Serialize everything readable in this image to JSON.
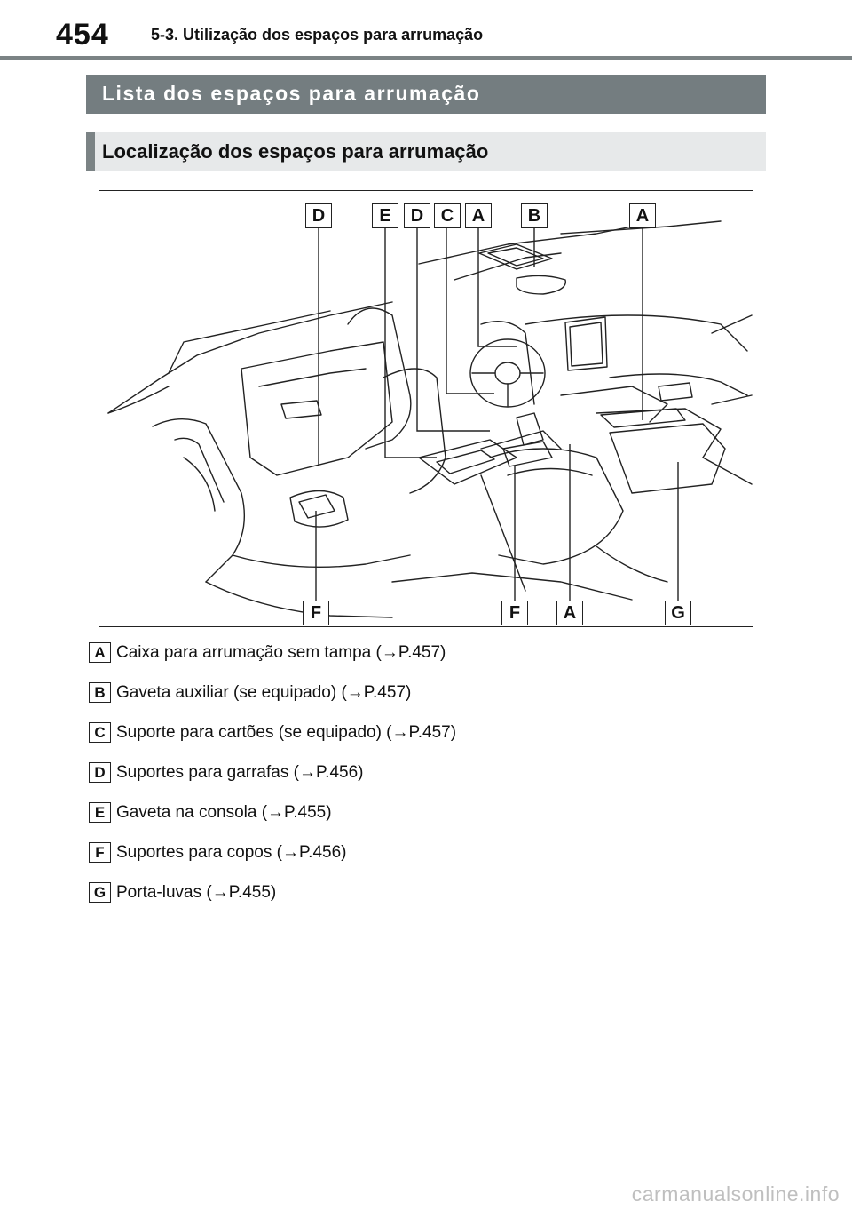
{
  "header": {
    "page_number": "454",
    "section": "5-3. Utilização dos espaços para arrumação"
  },
  "main_heading": "Lista dos espaços para arrumação",
  "sub_heading": "Localização dos espaços para arrumação",
  "figure": {
    "top_callouts": [
      "D",
      "E",
      "D",
      "C",
      "A",
      "B",
      "A"
    ],
    "bottom_callouts": [
      "F",
      "F",
      "A",
      "G"
    ]
  },
  "legend": [
    {
      "key": "A",
      "text": "Caixa para arrumação sem tampa (→P.457)"
    },
    {
      "key": "B",
      "text": "Gaveta auxiliar (se equipado) (→P.457)"
    },
    {
      "key": "C",
      "text": "Suporte para cartões (se equipado) (→P.457)"
    },
    {
      "key": "D",
      "text": "Suportes para garrafas (→P.456)"
    },
    {
      "key": "E",
      "text": "Gaveta na consola (→P.455)"
    },
    {
      "key": "F",
      "text": "Suportes para copos (→P.456)"
    },
    {
      "key": "G",
      "text": "Porta-luvas (→P.455)"
    }
  ],
  "watermark": "carmanualsonline.info"
}
